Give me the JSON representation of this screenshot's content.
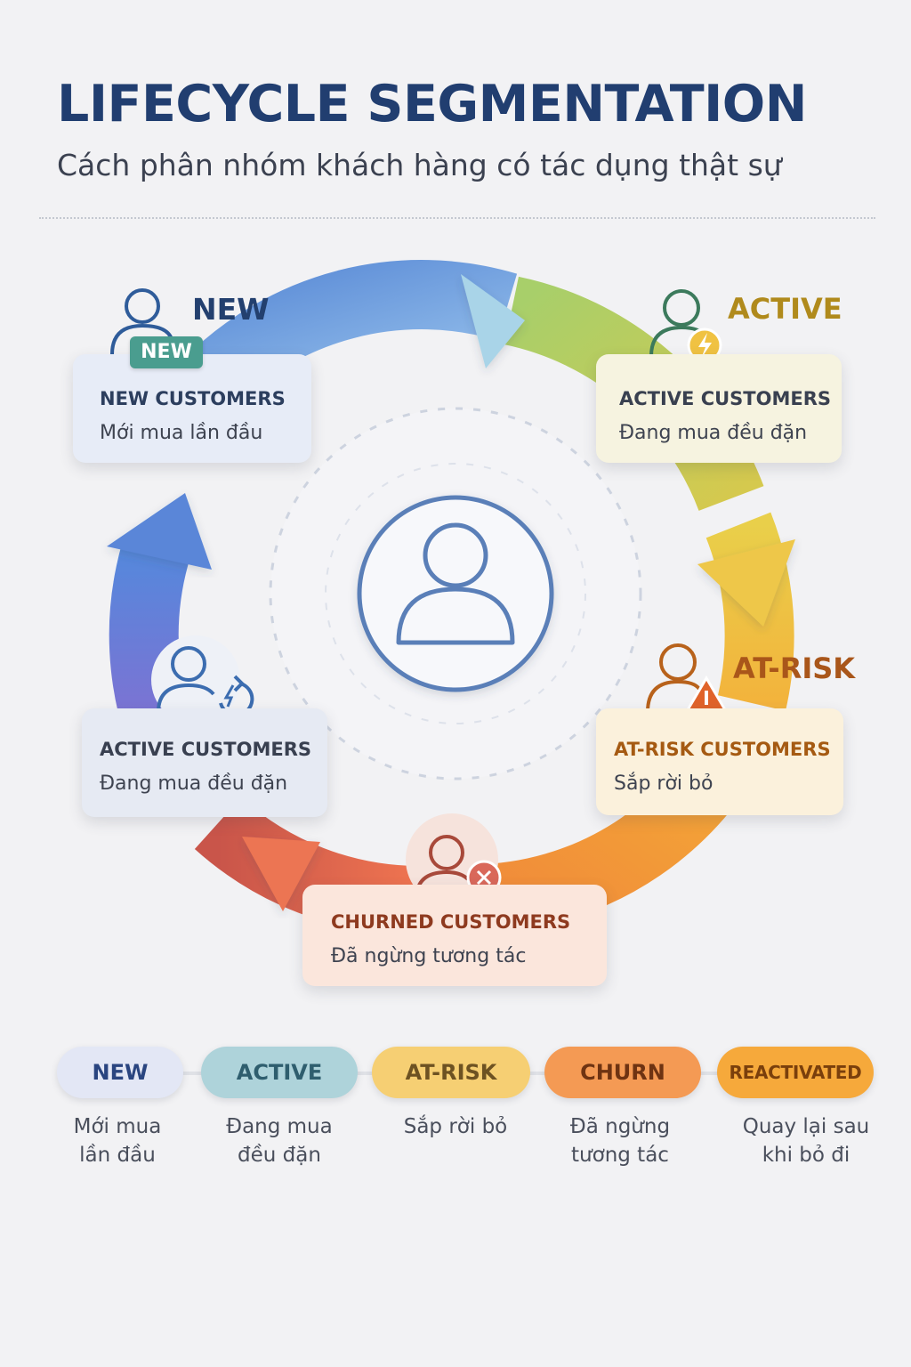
{
  "header": {
    "title": "LIFECYCLE SEGMENTATION",
    "subtitle": "Cách phân nhóm khách hàng có tác dụng thật sự"
  },
  "cycle": {
    "labels": {
      "new": "NEW",
      "active": "ACTIVE",
      "at_risk": "AT-RISK"
    },
    "new_badge": "NEW",
    "cards": [
      {
        "title": "NEW CUSTOMERS",
        "desc": "Mới mua lần đầu",
        "icon": "user-new-icon"
      },
      {
        "title": "ACTIVE CUSTOMERS",
        "desc": "Đang mua đều đặn",
        "icon": "user-lightning-icon"
      },
      {
        "title": "AT-RISK CUSTOMERS",
        "desc": "Sắp rời bỏ",
        "icon": "user-warning-icon"
      },
      {
        "title": "CHURNED CUSTOMERS",
        "desc": "Đã ngừng tương tác",
        "icon": "user-x-icon"
      },
      {
        "title": "ACTIVE CUSTOMERS",
        "desc": "Đang mua đều đặn",
        "icon": "user-refresh-icon"
      }
    ],
    "center_icon": "user-circle-icon"
  },
  "legend": [
    {
      "label": "NEW",
      "desc_line1": "Mới mua",
      "desc_line2": "lần đầu",
      "color": "#e3e7f5"
    },
    {
      "label": "ACTIVE",
      "desc_line1": "Đang mua",
      "desc_line2": "đều đặn",
      "color": "#aed3da"
    },
    {
      "label": "AT-RISK",
      "desc_line1": "Sắp rời bỏ",
      "desc_line2": "",
      "color": "#f6cf73"
    },
    {
      "label": "CHURN",
      "desc_line1": "Đã ngừng",
      "desc_line2": "tương tác",
      "color": "#f49a54"
    },
    {
      "label": "REACTIVATED",
      "desc_line1": "Quay lại sau",
      "desc_line2": "khi bỏ đi",
      "color": "#f6a93b"
    }
  ]
}
